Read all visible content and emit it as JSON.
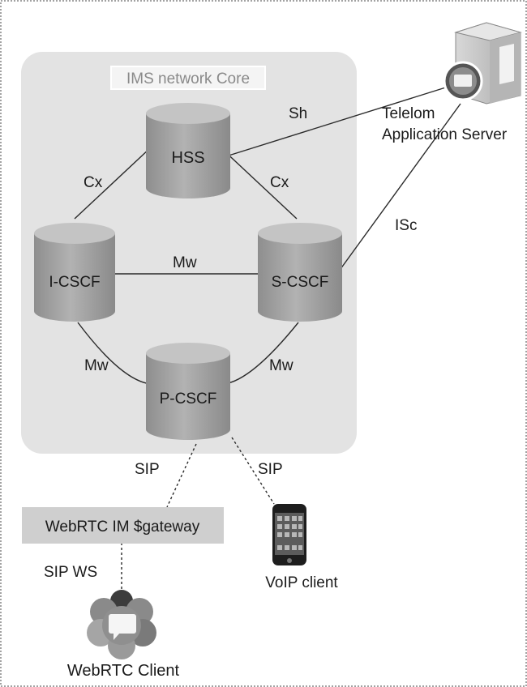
{
  "diagram": {
    "core_title": "IMS network Core",
    "nodes": {
      "hss": "HSS",
      "icscf": "I-CSCF",
      "scscf": "S-CSCF",
      "pcscf": "P-CSCF"
    },
    "app_server": {
      "line1": "Telelom",
      "line2": "Application Server"
    },
    "links": {
      "sh": "Sh",
      "cx_left": "Cx",
      "cx_right": "Cx",
      "isc": "ISc",
      "mw_mid": "Mw",
      "mw_left": "Mw",
      "mw_right": "Mw",
      "sip_left": "SIP",
      "sip_right": "SIP",
      "sip_ws": "SIP WS"
    },
    "gateway": "WebRTC IM $gateway",
    "voip_client": "VoIP client",
    "webrtc_client": "WebRTC Client",
    "icons": [
      "server-icon",
      "smartphone-icon",
      "webrtc-logo-icon"
    ],
    "colors": {
      "core_bg": "#e3e3e3",
      "cylinder": "#a3a3a3",
      "gateway_bg": "#cfcfcf"
    }
  }
}
